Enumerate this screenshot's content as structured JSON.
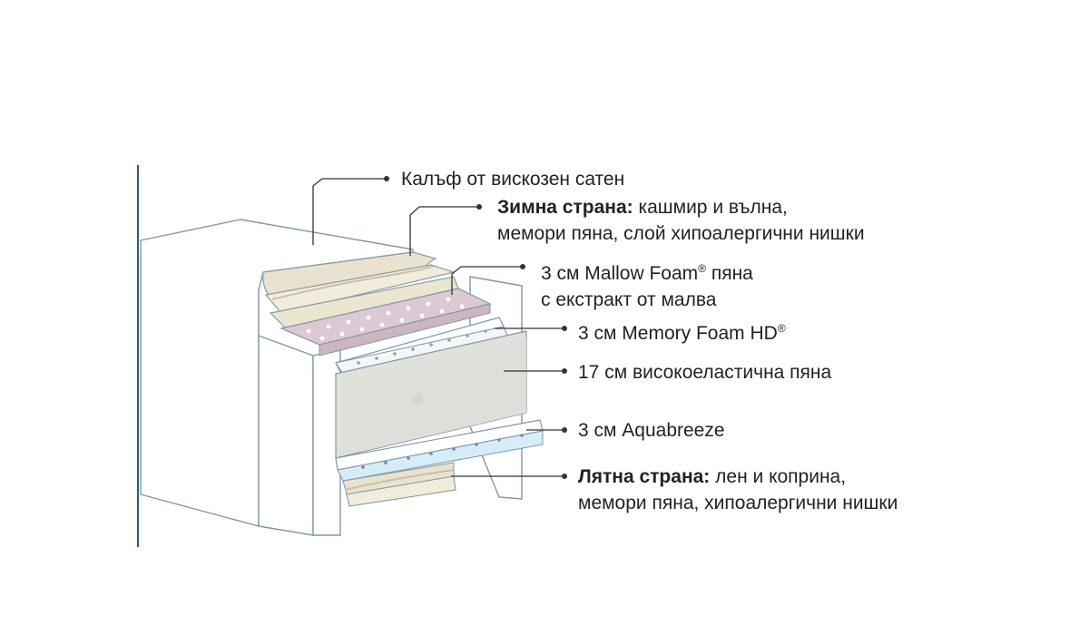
{
  "colors": {
    "outline": "#5f7f94",
    "leader": "#333333",
    "accent_line": "#2f5a6e",
    "mallow": "#dcc9d3",
    "memory_hd": "#ffffff",
    "core": "#e1e1dc",
    "aquabreeze": "#d6ecf8",
    "cashmere": "#e8e2cf"
  },
  "labels": {
    "cover": "Калъф от вискозен сатен",
    "winter_bold": "Зимна страна:",
    "winter_rest": " кашмир и вълна,",
    "winter_line2": "мемори пяна, слой хипоалергични нишки",
    "mallow_line1": "3 см Mallow Foam",
    "mallow_sup": "®",
    "mallow_after": " пяна",
    "mallow_line2": "с екстракт от малва",
    "memory_text": "3 см Memory Foam HD",
    "memory_sup": "®",
    "core": "17 см високоеластична пяна",
    "aquabreeze": "3 см Aquabreeze",
    "summer_bold": "Лятна страна:",
    "summer_rest": " лен и коприна,",
    "summer_line2": "мемори пяна, хипоалергични нишки"
  }
}
